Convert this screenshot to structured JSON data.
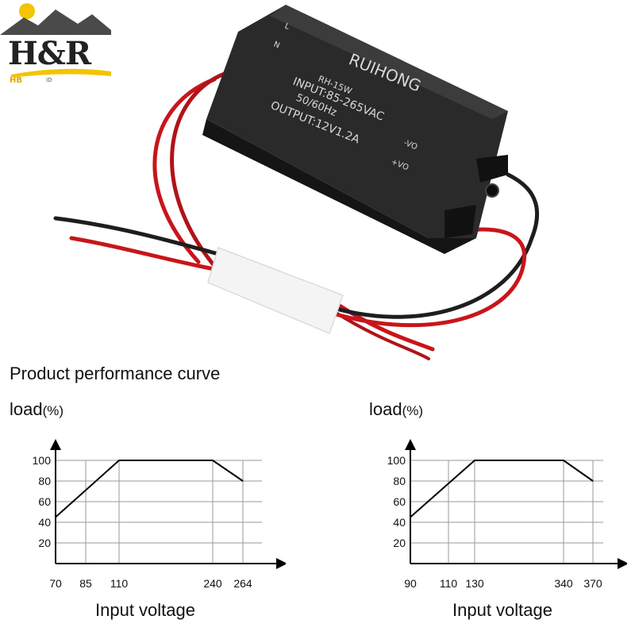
{
  "brand": {
    "logo_text": "H&R",
    "logo_sub": "HB",
    "logo_sub2": "ID"
  },
  "product": {
    "brand": "RUIHONG",
    "model": "RH-15W",
    "input": "INPUT:85-265VAC",
    "freq": "50/60Hz",
    "output": "OUTPUT:12V1.2A",
    "pin_l": "L",
    "pin_n": "N",
    "pin_vo_neg": "-VO",
    "pin_vo_pos": "+VO"
  },
  "title": "Product performance curve",
  "chart_data": [
    {
      "type": "line",
      "ylabel": "load",
      "yunit": "(%)",
      "xlabel": "Input voltage",
      "x_ticks": [
        70,
        85,
        110,
        240,
        264
      ],
      "y_ticks": [
        20,
        40,
        60,
        80,
        100
      ],
      "x": [
        70,
        110,
        240,
        264
      ],
      "y": [
        45,
        100,
        100,
        80
      ],
      "grid": true
    },
    {
      "type": "line",
      "ylabel": "load",
      "yunit": "(%)",
      "xlabel": "Input voltage",
      "x_ticks": [
        90,
        110,
        130,
        340,
        370
      ],
      "y_ticks": [
        20,
        40,
        60,
        80,
        100
      ],
      "x": [
        90,
        130,
        340,
        370
      ],
      "y": [
        45,
        100,
        100,
        80
      ],
      "grid": true
    }
  ]
}
